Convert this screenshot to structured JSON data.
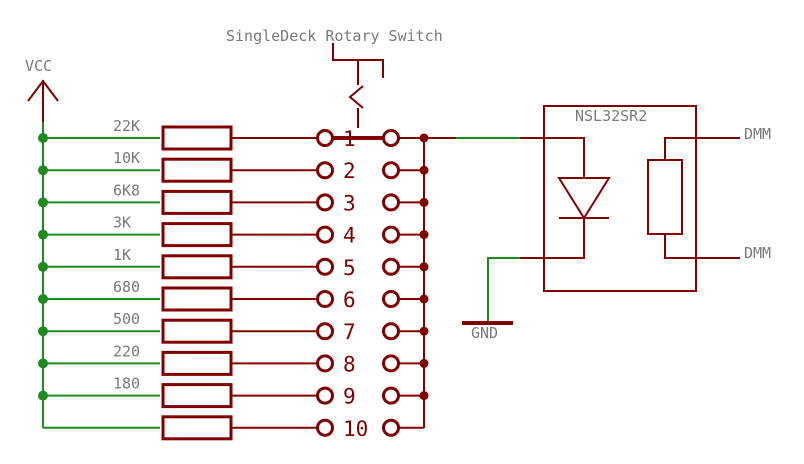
{
  "title": "SingleDeck Rotary Switch",
  "vcc_label": "VCC",
  "resistor_values": [
    "22K",
    "10K",
    "6K8",
    "3K",
    "1K",
    "680",
    "500",
    "220",
    "180"
  ],
  "switch_positions": [
    "1",
    "2",
    "3",
    "4",
    "5",
    "6",
    "7",
    "8",
    "9",
    "10"
  ],
  "component_label": "NSL32SR2",
  "dmm_top": "DMM",
  "dmm_bottom": "DMM",
  "gnd_label": "GND",
  "colors": {
    "red": "#800000",
    "green": "#1f8a1f",
    "label_gray": "#7a7a7a"
  }
}
